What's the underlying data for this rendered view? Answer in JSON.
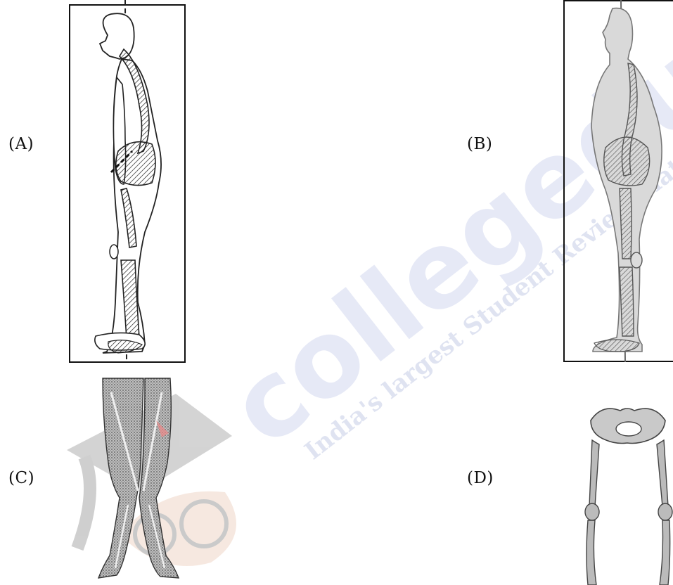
{
  "figures": [
    {
      "label": "(A)"
    },
    {
      "label": "(B)"
    },
    {
      "label": "(C)"
    },
    {
      "label": "(D)"
    }
  ],
  "watermark": {
    "brand": "collegedunia",
    "tagline": "India's largest Student Review Platform",
    "brand_color": "#3a52b8",
    "tagline_color": "#6f7fbf",
    "mascot_color": "#cc7a4a"
  }
}
